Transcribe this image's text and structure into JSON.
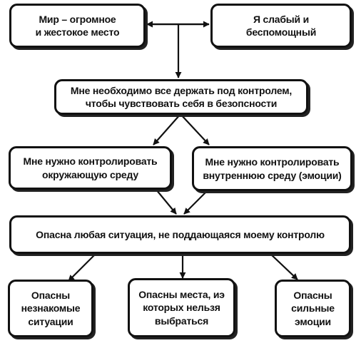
{
  "diagram": {
    "nodes": {
      "world": {
        "lines": [
          "Мир – огромное",
          "и жестокое место"
        ]
      },
      "weak": {
        "lines": [
          "Я слабый и",
          "беспомощный"
        ]
      },
      "control": {
        "lines": [
          "Мне необходимо все держать под контролем,",
          "чтобы чувствовать себя в безопсности"
        ]
      },
      "outer": {
        "lines": [
          "Мне нужно контролировать",
          "окружающую среду"
        ]
      },
      "inner": {
        "lines": [
          "Мне нужно контролировать",
          "внутреннюю среду (эмоции)"
        ]
      },
      "danger": {
        "lines": [
          "Опасна любая ситуация, не поддающаяся моему контролю"
        ]
      },
      "unknown": {
        "lines": [
          "Опасны",
          "незнакомые",
          "ситуации"
        ]
      },
      "places": {
        "lines": [
          "Опасны места, иэ",
          "которых нельзя",
          "выбраться"
        ]
      },
      "emotions": {
        "lines": [
          "Опасны",
          "сильные",
          "эмоции"
        ]
      }
    },
    "edges": [
      {
        "from": "weak",
        "to": "world",
        "kind": "double-headed horizontal arrow"
      },
      {
        "from": "world-weak-link",
        "to": "control",
        "kind": "arrow"
      },
      {
        "from": "control",
        "to": "outer",
        "kind": "arrow"
      },
      {
        "from": "control",
        "to": "inner",
        "kind": "arrow"
      },
      {
        "from": "outer",
        "to": "danger",
        "kind": "arrow"
      },
      {
        "from": "inner",
        "to": "danger",
        "kind": "arrow"
      },
      {
        "from": "danger",
        "to": "unknown",
        "kind": "arrow"
      },
      {
        "from": "danger",
        "to": "places",
        "kind": "arrow"
      },
      {
        "from": "danger",
        "to": "emotions",
        "kind": "arrow"
      }
    ],
    "colors": {
      "stroke": "#111111",
      "fill": "#ffffff",
      "shadow": "#222222",
      "text": "#111111"
    }
  }
}
